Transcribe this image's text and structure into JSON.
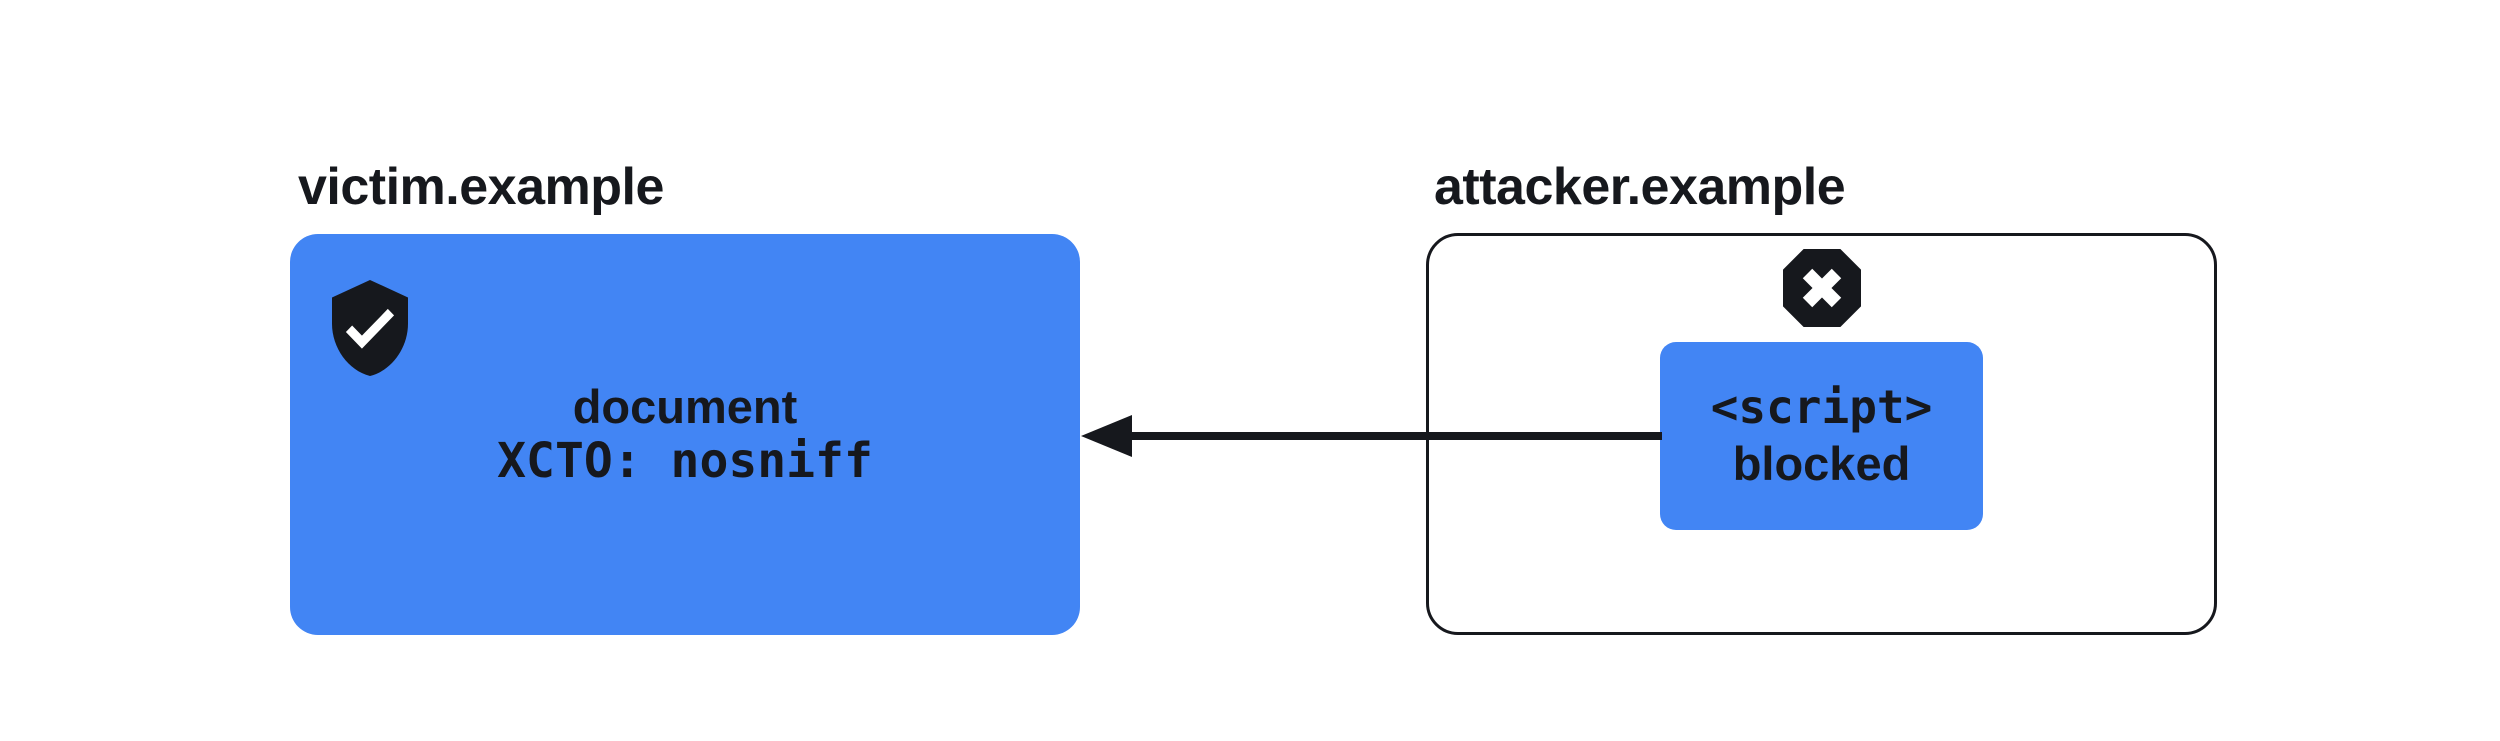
{
  "colors": {
    "accent_blue": "#4285f4",
    "ink": "#16181d",
    "background": "#ffffff"
  },
  "victim": {
    "label": "victim.example",
    "line1": "document",
    "line2": "XCTO: nosniff",
    "icon": "shield-check"
  },
  "attacker": {
    "label": "attacker.example",
    "icon": "octagon-x-blocked",
    "script_box": {
      "line1": "<script>",
      "line2": "blocked"
    }
  },
  "arrow": {
    "direction": "right-to-left"
  }
}
